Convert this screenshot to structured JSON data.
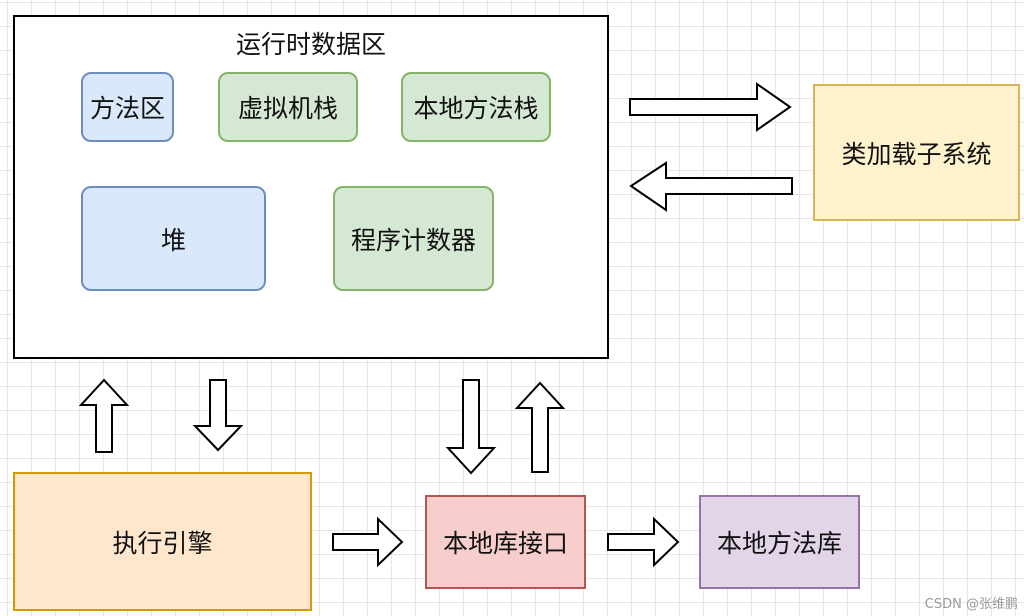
{
  "runtime_area": {
    "title": "运行时数据区",
    "method_area": "方法区",
    "vm_stack": "虚拟机栈",
    "native_method_stack": "本地方法栈",
    "heap": "堆",
    "program_counter": "程序计数器"
  },
  "class_loader": "类加载子系统",
  "execution_engine": "执行引擎",
  "native_interface": "本地库接口",
  "native_library": "本地方法库",
  "watermark": "CSDN @张维鹏",
  "colors": {
    "blue_fill": "#dae8fc",
    "blue_stroke": "#6c8ebf",
    "green_fill": "#d5e8d4",
    "green_stroke": "#82b366",
    "yellow_fill": "#fff2cc",
    "yellow_stroke": "#d6b656",
    "orange_fill": "#ffe6cc",
    "orange_stroke": "#d79b00",
    "red_fill": "#f8cecc",
    "red_stroke": "#b85450",
    "purple_fill": "#e1d5e7",
    "purple_stroke": "#9673a6"
  }
}
